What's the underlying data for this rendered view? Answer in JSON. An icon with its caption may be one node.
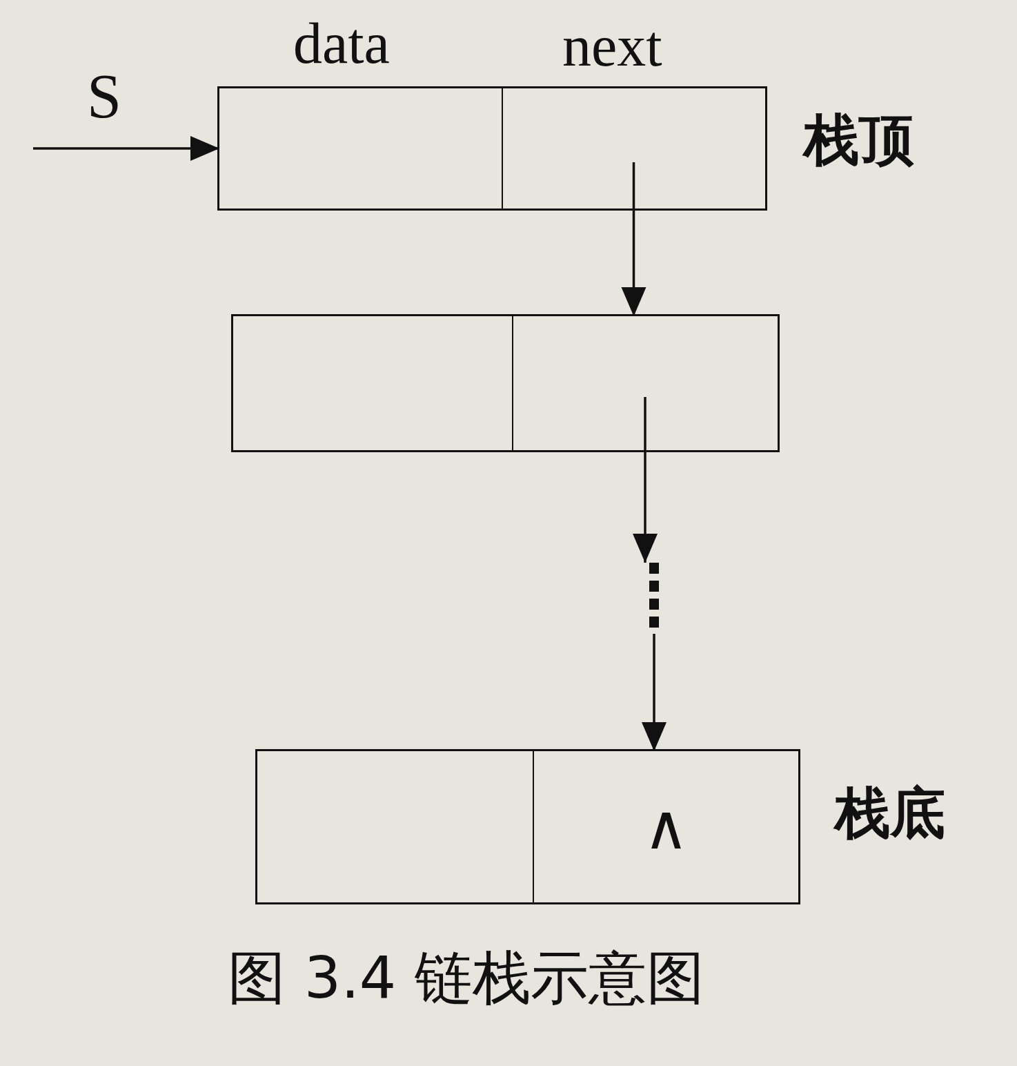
{
  "diagram": {
    "caption": "图 3.4 链栈示意图",
    "nodes": [
      {
        "text": [
          "S"
        ]
      },
      {
        "text": [],
        "shape": "box",
        "beside": [
          "栈顶"
        ]
      },
      {
        "text": [],
        "shape": "box",
        "in": 1
      },
      {
        "text": [],
        "shape": "box",
        "in": 1
      },
      {
        "text": [],
        "shape": "box"
      },
      {
        "text": [],
        "shape": "box",
        "in": 4
      },
      {
        "text": [],
        "shape": "box",
        "in": 4
      },
      {
        "text": [],
        "shape": "dots"
      },
      {
        "text": [],
        "shape": "box",
        "beside": [
          "栈底"
        ]
      },
      {
        "text": [],
        "shape": "box",
        "in": 8
      },
      {
        "text": [
          "∧"
        ],
        "in": 8
      }
    ],
    "edges": [
      {
        "from": 0,
        "to": 2,
        "arrow": "to"
      },
      {
        "from": 3,
        "to": 6,
        "arrow": "to"
      },
      {
        "from": 6,
        "to": 7,
        "arrow": "to"
      },
      {
        "from": 7,
        "to": 10,
        "arrow": "to"
      }
    ],
    "labels": [
      "data",
      "next"
    ]
  }
}
